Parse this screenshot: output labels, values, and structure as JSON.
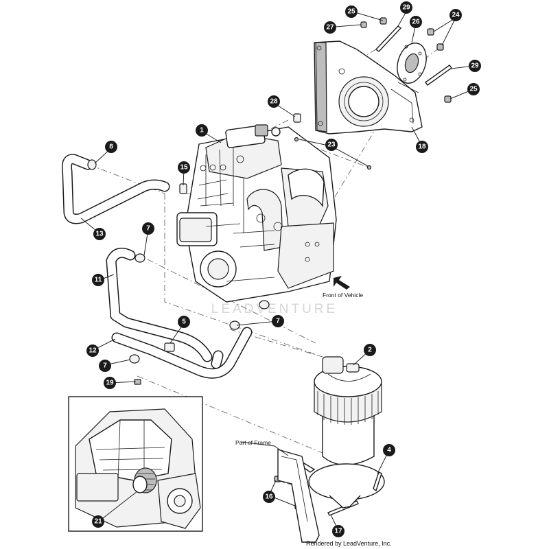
{
  "diagram": {
    "callouts": [
      "25",
      "29",
      "27",
      "26",
      "24",
      "29",
      "25",
      "28",
      "18",
      "1",
      "23",
      "8",
      "15",
      "13",
      "7",
      "11",
      "5",
      "7",
      "12",
      "7",
      "19",
      "2",
      "4",
      "16",
      "17",
      "21"
    ],
    "labels": {
      "front_of_vehicle": "Front of Vehicle",
      "part_of_frame": "Part of Frame"
    },
    "watermark": "LEADVENTURE",
    "credit": "Rendered by LeadVenture, Inc."
  }
}
